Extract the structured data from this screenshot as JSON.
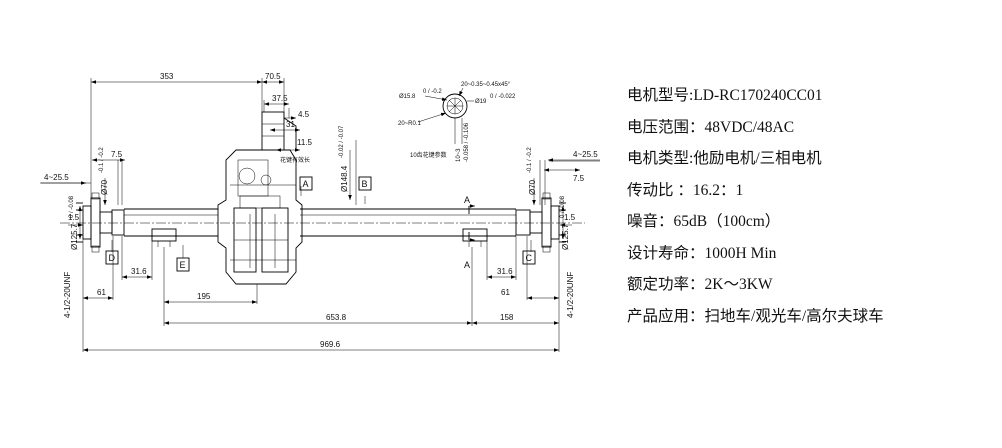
{
  "drawing": {
    "dims": {
      "d353": "353",
      "d70_5": "70.5",
      "d37_5": "37.5",
      "d4_5": "4.5",
      "d31": "31",
      "d11_5": "11.5",
      "d7_5_left": "7.5",
      "d7_5_right": "7.5",
      "d4_25_5_left": "4~25.5",
      "d4_25_5_right": "4~25.5",
      "d1_5_left": "1.5",
      "d1_5_right": "1.5",
      "d31_6_left": "31.6",
      "d31_6_right": "31.6",
      "d61_left": "61",
      "d61_right": "61",
      "d195": "195",
      "d653_8": "653.8",
      "d158": "158",
      "d969_6": "969.6",
      "phi70_left": "Ø70",
      "phi70_left_tol": "-0.1 / -0.2",
      "phi70_right": "Ø70",
      "phi70_right_tol": "-0.1 / -0.2",
      "phi125_left": "Ø125.7",
      "phi125_left_tol": "0 / -0.08",
      "phi125_right": "Ø125.7",
      "phi125_right_tol": "0 / -0.08",
      "phi148": "Ø148.4",
      "phi148_tol": "-0.02 / -0.07",
      "thread_left": "4-1/2-20UNF",
      "thread_right": "4-1/2-20UNF"
    },
    "labels": {
      "spline_note": "花键有效长",
      "section_a": "A",
      "box_a": "A",
      "box_b": "B",
      "box_c": "C",
      "box_d": "D",
      "box_e": "E"
    },
    "detail": {
      "phi15_8": "Ø15.8",
      "phi15_8_tol": "0 / -0.2",
      "chamfer": "20~0.35~0.45x45°",
      "phi19": "Ø19",
      "phi19_tol": "0 / -0.022",
      "radius": "20~R0.1",
      "keys": "10~3",
      "keys_tol": "-0.058 / -0.106",
      "caption": "10齿花键参数"
    }
  },
  "specs": [
    {
      "label": "电机型号:",
      "value": "LD-RC170240CC01"
    },
    {
      "label": "电压范围：",
      "value": "48VDC/48AC"
    },
    {
      "label": "电机类型:",
      "value": "他励电机/三相电机"
    },
    {
      "label": "传动比 ：",
      "value": "16.2：1"
    },
    {
      "label": "噪音：",
      "value": "65dB（100cm）"
    },
    {
      "label": "设计寿命：",
      "value": "1000H Min"
    },
    {
      "label": "额定功率：",
      "value": "2K～3KW"
    },
    {
      "label": "产品应用：",
      "value": "扫地车/观光车/高尔夫球车"
    }
  ]
}
